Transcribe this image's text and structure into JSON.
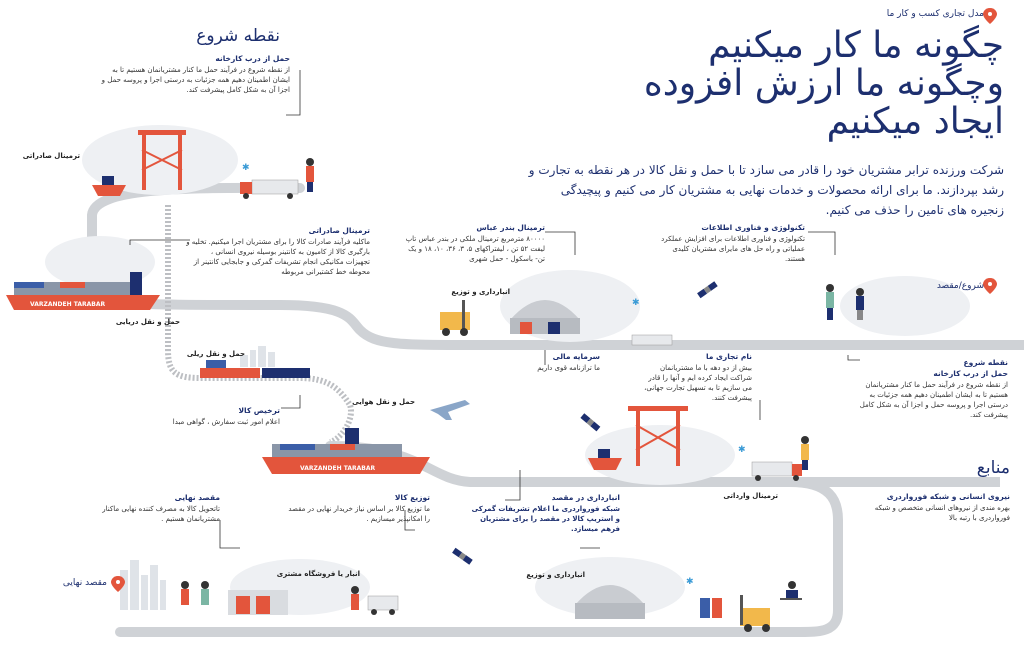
{
  "header": {
    "location_pin_label": "مدل تجاری کسب و کار ما",
    "headline_line1": "چگونه ما کار میکنیم",
    "headline_line2": "وچگونه ما ارزش افزوده",
    "headline_line3": "ایجاد میکنیم",
    "lead_paragraph": "شرکت ورزنده ترابر مشتریان خود را قادر می سازد تا با حمل و نقل کالا در هر نقطه به تجارت و رشد بپردازند. ما برای ارائه محصولات و خدمات نهایی به مشتریان کار می کنیم و پیچیدگی زنجیره های تامین را حذف می کنیم."
  },
  "start_point": {
    "section_title": "نقطه شروع",
    "block_title": "حمل از درب کارخانه",
    "block_body": "از نقطه شروع در فرآیند حمل ما کنار مشتریانمان هستیم تا به ایشان اطمینان دهیم همه جزئیات به درستی اجرا و پروسه حمل و اجزا آن به شکل کامل پیشرفت کند."
  },
  "labels": {
    "export_terminal": "ترمینال صادراتی",
    "sea_transport": "حمل و نقل دریایی",
    "rail_transport": "حمل و نقل ریلی",
    "air_transport": "حمل و نقل هوایی",
    "warehousing_distribution_top": "انبارداری و توزیع",
    "warehousing_distribution_bottom": "انبارداری و توزیع",
    "import_terminal": "ترمینال وارداتی",
    "warehouse_store_customer": "انبار یا فروشگاه مشتری",
    "final_destination_pin": "مقصد نهایی",
    "start_dest_pin": "شروع/مقصد",
    "ship_name_top": "VARZANDEH TARABAR",
    "ship_name_bottom": "VARZANDEH TARABAR"
  },
  "blocks": {
    "export_terminal": {
      "title": "ترمینال صادراتی",
      "body": "ماکلیه فرآیند صادرات کالا را برای مشتریان اجرا میکنیم. تخلیه و بارگیری کالا از کامیون به کانتینر بوسیله نیروی انسانی ، تجهیزات مکانیکی انجام تشریفات گمرکی و جابجایی کانتینر از محوطه خط کشتیرانی مربوطه"
    },
    "bandar_abbas": {
      "title": "ترمینال بندر عباس",
      "body": "۸۰۰۰۰ مترمربع ترمینال ملکی در بندر عباس تاپ لیفت ۵۲ تن ، لیفتراکهای ۵، ۳، ۳۶، ۱۰، ۱۸ و یک تن- باسکول - حمل شهری"
    },
    "it": {
      "title": "تکنولوژی و فناوری اطلاعات",
      "body": "تکنولوژی و فناوری اطلاعات برای افزایش عملکرد عملیاتی و راه حل های مایرای مشتریان کلیدی هستند."
    },
    "capital": {
      "title": "سرمایه مالی",
      "body": "ما ترازنامه قوی داریم"
    },
    "brand": {
      "title": "نام تجاری ما",
      "body": "بیش از دو دهه با ما مشتریانمان شراکت ایجاد کرده ایم و آنها را قادر می سازیم تا به تسهیل تجارت جهانی، پیشرفت کنند."
    },
    "start_right": {
      "section_title": "نقطه شروع",
      "title": "حمل از درب کارخانه",
      "body": "از نقطه شروع در فرآیند حمل ما کنار مشتریانمان هستیم تا به ایشان اطمینان دهیم همه جزئیات به درستی اجرا و پروسه حمل و اجزا آن به شکل کامل پیشرفت کند."
    },
    "customs": {
      "title": "ترخیص کالا",
      "body": "اعلام امور ثبت سفارش ، گواهی مبدا"
    },
    "resources": {
      "section_title": "منابع",
      "title": "نیروی انسانی و شبکه فورواردری",
      "body": "بهره مندی از نیروهای انسانی متخصص و شبکه فورواردری با رتبه بالا"
    },
    "dest_warehousing": {
      "title": "انبارداری در مقصد",
      "body": "شبکه فورواردری ما اعلام تشریفات گمرکی و استریپ کالا در مقصد را برای مشتریان فرهم میسازد."
    },
    "distribution": {
      "title": "توزیع کالا",
      "body": "ما توزیع کالا بر اساس نیاز خریدار نهایی در مقصد را امکانپذیر میسازیم ."
    },
    "final_dest": {
      "title": "مقصد نهایی",
      "body": "تاتحویل کالا به مصرف کننده نهایی ماکنار مشتریانمان هستیم ."
    }
  },
  "colors": {
    "navy": "#1d2f6f",
    "accent": "#e3553c",
    "road": "#c8cbcf",
    "cloud": "#eef0f3"
  },
  "icons": [
    "location-pin-icon",
    "crane-icon",
    "ship-icon",
    "truck-icon",
    "train-icon",
    "plane-icon",
    "forklift-icon",
    "satellite-icon",
    "worker-icon",
    "snowflake-icon",
    "city-skyline-icon"
  ]
}
